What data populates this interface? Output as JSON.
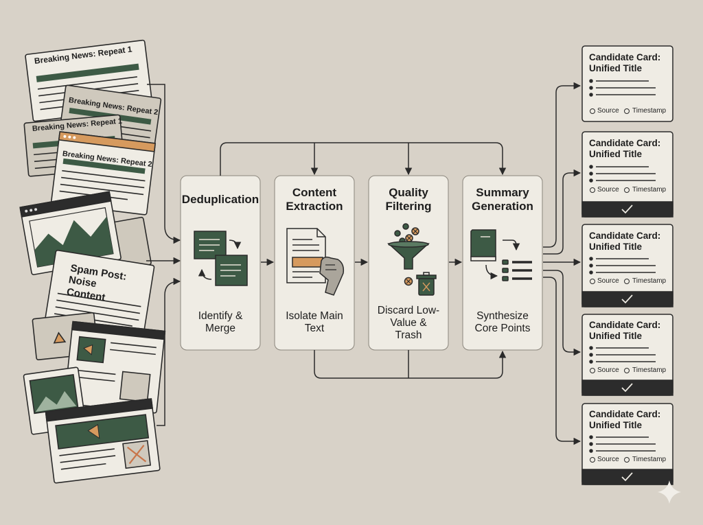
{
  "stages": [
    {
      "id": "dedup",
      "title": "Deduplication",
      "desc": "Identify & Merge"
    },
    {
      "id": "extract",
      "title": "Content Extraction",
      "desc": "Isolate Main Text"
    },
    {
      "id": "quality",
      "title": "Quality Filtering",
      "desc": "Discard Low-Value & Trash"
    },
    {
      "id": "summary",
      "title": "Summary Generation",
      "desc": "Synthesize Core Points"
    }
  ],
  "inputs": {
    "doc1": "Breaking News: Repeat 1",
    "doc2": "Breaking News: Repeat 2",
    "doc3": "Breaking News: Repeat 1",
    "doc4": "Breaking News: Repeat 2",
    "spam": "Spam Post: Noise Content"
  },
  "cards": [
    {
      "title": "Candidate Card: Unified Title",
      "source": "Source",
      "timestamp": "Timestamp",
      "approved": false
    },
    {
      "title": "Candidate Card: Unified Title",
      "source": "Source",
      "timestamp": "Timestamp",
      "approved": true
    },
    {
      "title": "Candidate Card: Unified Title",
      "source": "Source",
      "timestamp": "Timestamp",
      "approved": true
    },
    {
      "title": "Candidate Card: Unified Title",
      "source": "Source",
      "timestamp": "Timestamp",
      "approved": true
    },
    {
      "title": "Candidate Card: Unified Title",
      "source": "Source",
      "timestamp": "Timestamp",
      "approved": true
    }
  ],
  "icons": {
    "dedup": "merge-documents-icon",
    "extract": "robot-hand-extract-icon",
    "quality": "funnel-trash-icon",
    "summary": "book-list-icon",
    "source": "globe-icon",
    "timestamp": "clock-icon",
    "approved": "checkmark-icon"
  },
  "colors": {
    "background": "#d8d2c8",
    "accent_green": "#3d5a45",
    "dark": "#2c2c2c",
    "paper": "#efece4",
    "orange": "#d69a5e"
  }
}
